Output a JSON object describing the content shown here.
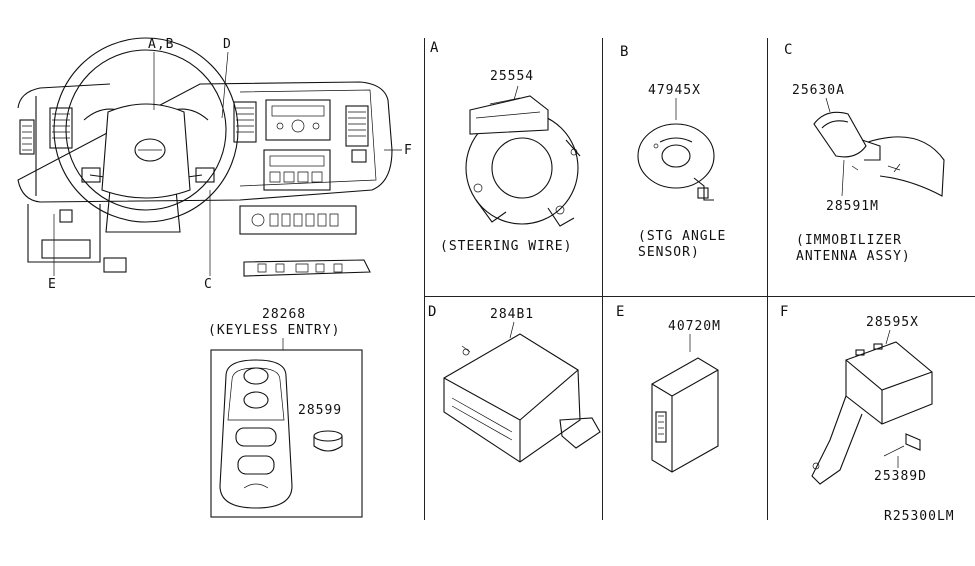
{
  "overview": {
    "callouts": {
      "ab": "A,B",
      "d": "D",
      "e": "E",
      "c": "C",
      "f": "F"
    }
  },
  "keyless": {
    "part": "28268",
    "caption": "(KEYLESS ENTRY)",
    "battery_part": "28599"
  },
  "sections": {
    "A": {
      "letter": "A",
      "part": "25554",
      "caption": "(STEERING WIRE)"
    },
    "B": {
      "letter": "B",
      "part": "47945X",
      "caption_line1": "(STG ANGLE",
      "caption_line2": "SENSOR)"
    },
    "C": {
      "letter": "C",
      "part": "25630A",
      "part2": "28591M",
      "caption_line1": "(IMMOBILIZER",
      "caption_line2": "ANTENNA ASSY)"
    },
    "D": {
      "letter": "D",
      "part": "284B1"
    },
    "E": {
      "letter": "E",
      "part": "40720M"
    },
    "F": {
      "letter": "F",
      "part": "28595X",
      "part2": "25389D"
    }
  },
  "diagram_code": "R25300LM"
}
